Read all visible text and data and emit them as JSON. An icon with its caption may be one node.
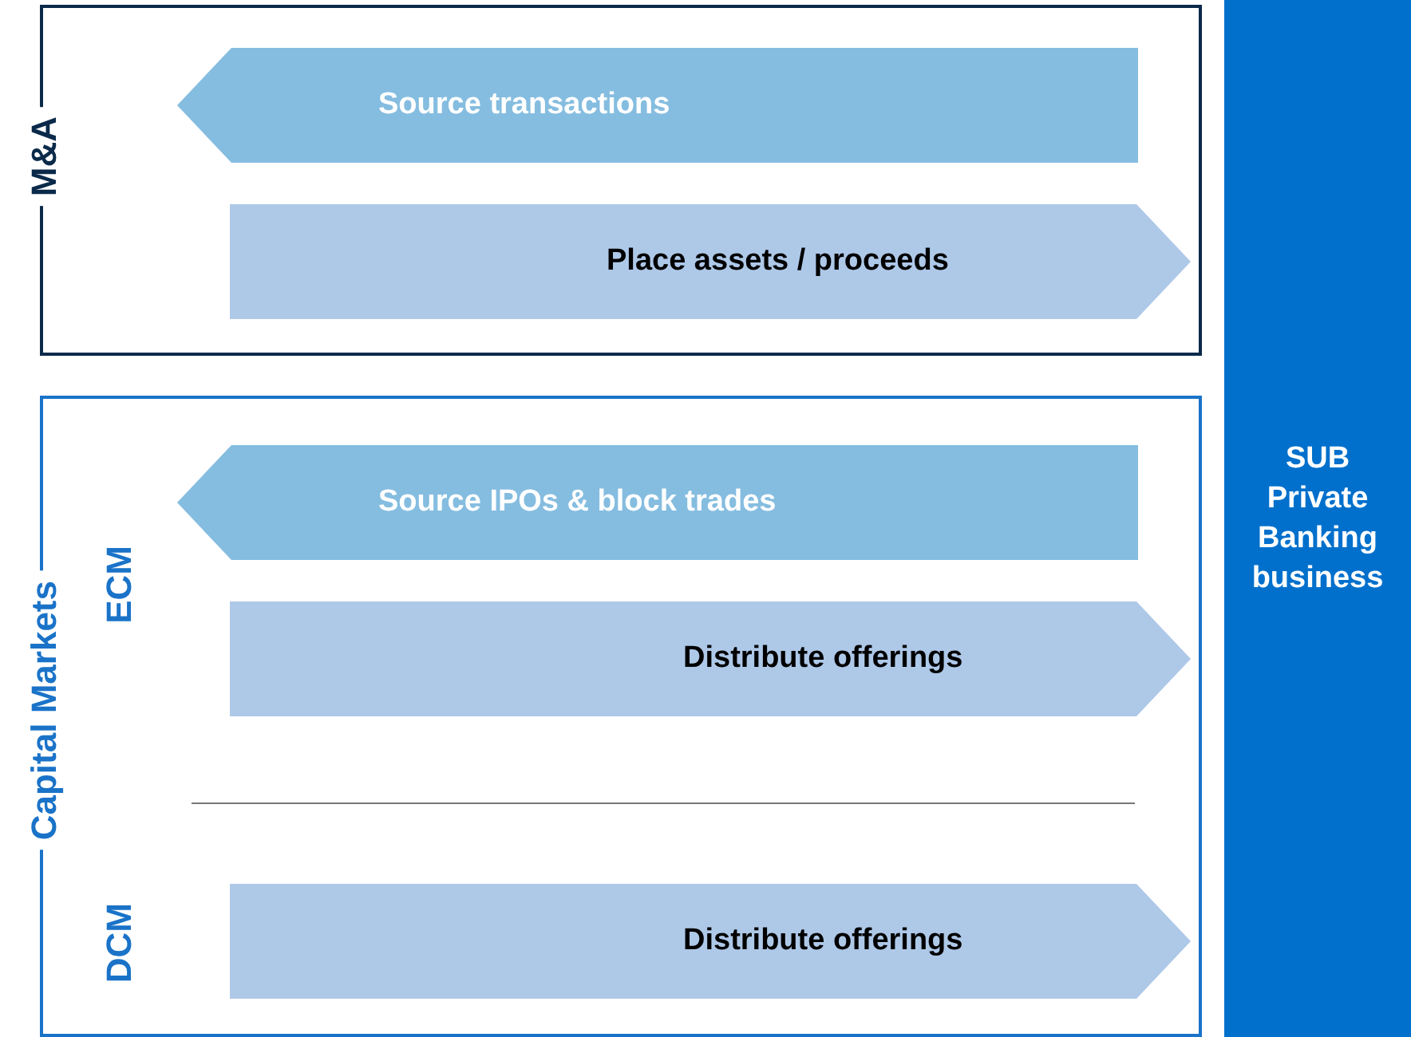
{
  "diagram": {
    "nodes": [
      {
        "text": [
          "M&A"
        ]
      },
      {
        "text": [
          "Source transactions"
        ],
        "in": 0
      },
      {
        "text": [
          "Place assets / proceeds"
        ],
        "in": 0
      },
      {
        "text": [
          "Capital Markets"
        ]
      },
      {
        "text": [
          "Source IPOs & block trades"
        ],
        "in": 3
      },
      {
        "text": [
          "Distribute offerings"
        ],
        "in": 3
      },
      {
        "text": [
          "Distribute offerings"
        ],
        "in": 3
      },
      {
        "text": [
          "SUB Private Banking business"
        ]
      }
    ],
    "labels": [
      "ECM",
      "DCM"
    ]
  }
}
